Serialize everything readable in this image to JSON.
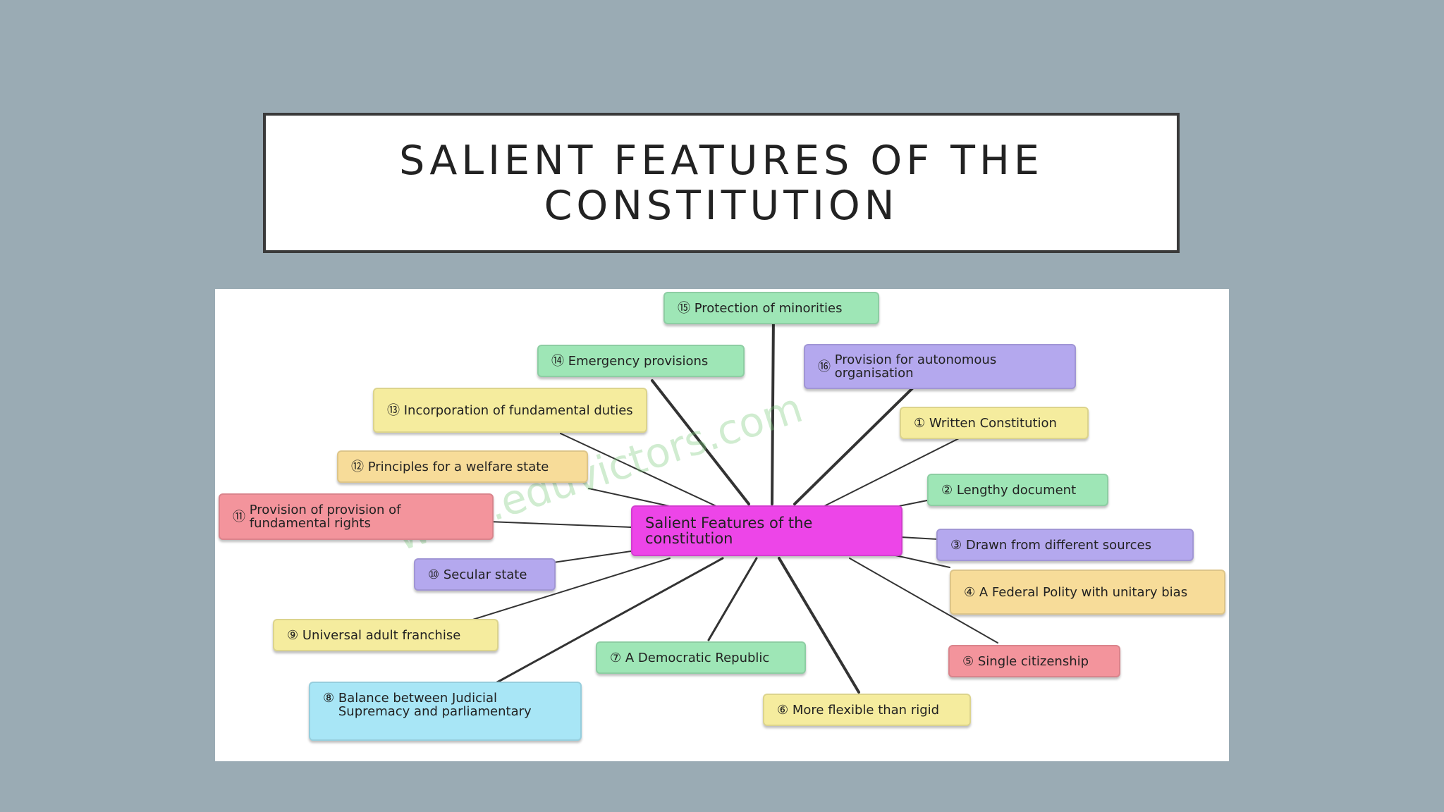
{
  "slide": {
    "title": "SALIENT FEATURES OF THE\nCONSTITUTION"
  },
  "diagram": {
    "center": "Salient Features of the constitution",
    "watermark": "www.eduvictors.com",
    "features": [
      {
        "number": "①",
        "label": "Written Constitution",
        "color": "yellow"
      },
      {
        "number": "②",
        "label": "Lengthy document",
        "color": "green"
      },
      {
        "number": "③",
        "label": "Drawn from different sources",
        "color": "purple"
      },
      {
        "number": "④",
        "label": "A Federal Polity with unitary bias",
        "color": "peach"
      },
      {
        "number": "⑤",
        "label": "Single citizenship",
        "color": "pink"
      },
      {
        "number": "⑥",
        "label": "More flexible than rigid",
        "color": "yellow"
      },
      {
        "number": "⑦",
        "label": "A Democratic Republic",
        "color": "green"
      },
      {
        "number": "⑧",
        "label": "Balance between Judicial Supremacy and parliamentary",
        "color": "cyan"
      },
      {
        "number": "⑨",
        "label": "Universal adult franchise",
        "color": "yellow"
      },
      {
        "number": "⑩",
        "label": "Secular state",
        "color": "purple"
      },
      {
        "number": "⑪",
        "label": "Provision of provision of fundamental rights",
        "color": "pink"
      },
      {
        "number": "⑫",
        "label": "Principles for a welfare state",
        "color": "peach"
      },
      {
        "number": "⑬",
        "label": "Incorporation of fundamental duties",
        "color": "yellow"
      },
      {
        "number": "⑭",
        "label": "Emergency provisions",
        "color": "green"
      },
      {
        "number": "⑮",
        "label": "Protection of minorities",
        "color": "green"
      },
      {
        "number": "⑯",
        "label": "Provision for autonomous organisation",
        "color": "purple"
      }
    ]
  }
}
